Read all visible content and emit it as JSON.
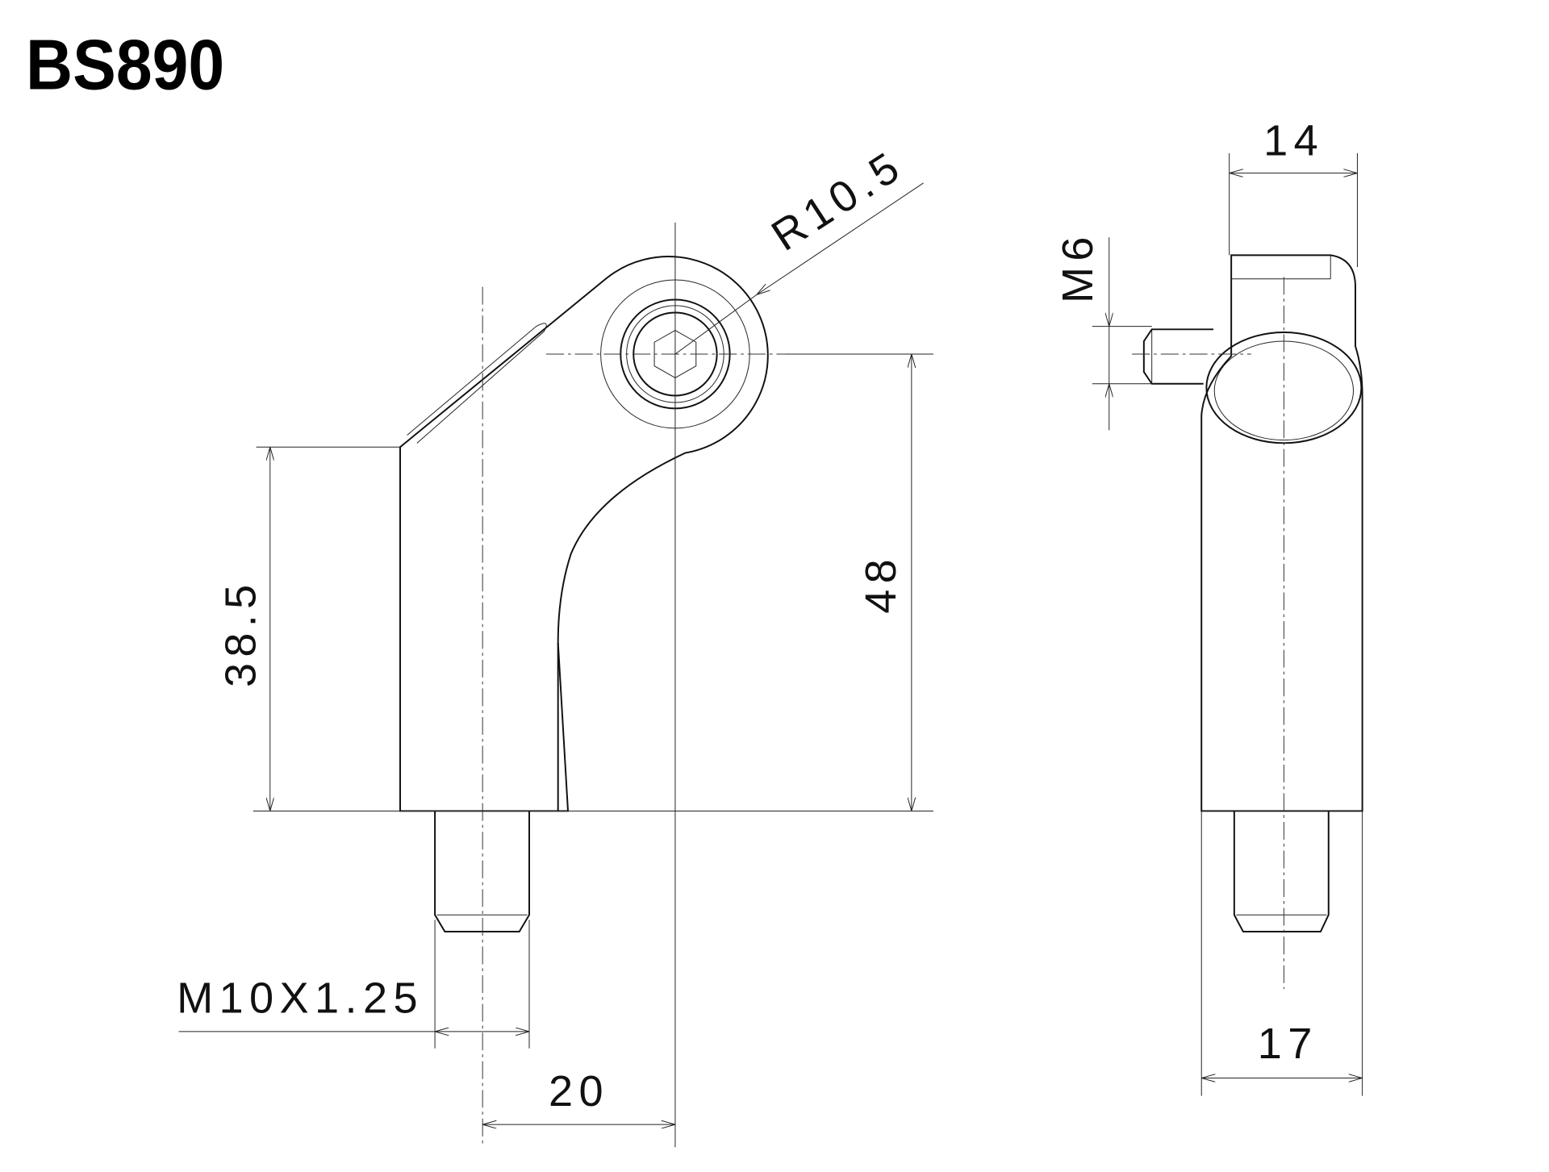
{
  "title": "BS890",
  "dimensions": {
    "height_body": "38.5",
    "height_total": "48",
    "radius": "R10.5",
    "thread": "M10X1.25",
    "offset": "20",
    "width_top": "14",
    "pin_thread": "M6",
    "width_bottom": "17"
  }
}
